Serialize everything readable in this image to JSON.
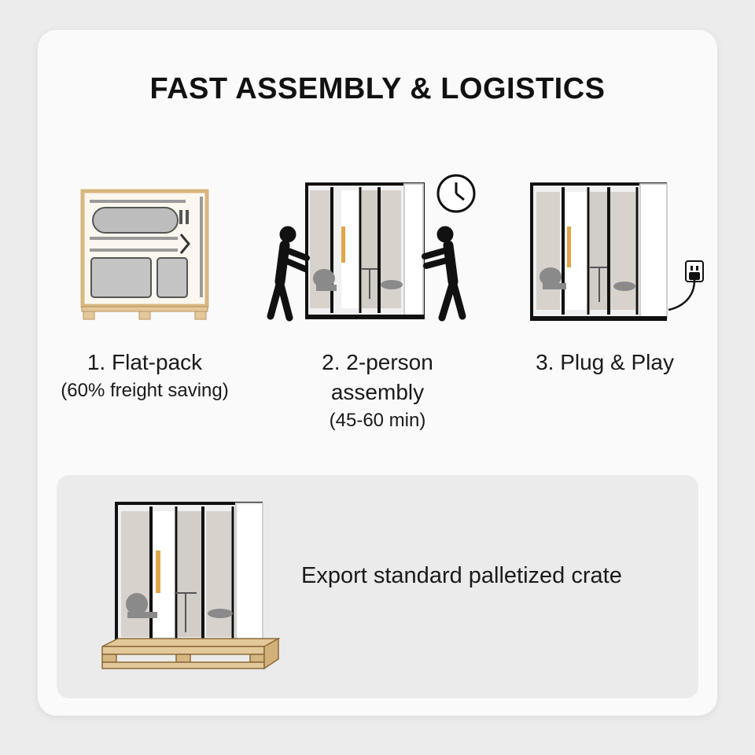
{
  "title": "FAST ASSEMBLY & LOGISTICS",
  "steps": [
    {
      "label": "1. Flat-pack",
      "sub": "(60% freight saving)",
      "illustration": "flat-pack-crate-icon"
    },
    {
      "label": "2. 2-person assembly",
      "label_line1": "2. 2-person",
      "label_line2": "assembly",
      "sub": "(45-60 min)",
      "illustration": "two-person-assembly-icon"
    },
    {
      "label": "3. Plug & Play",
      "illustration": "plugged-in-booth-icon"
    }
  ],
  "export": {
    "label": "Export standard palletized crate",
    "illustration": "booth-on-pallet-icon"
  },
  "colors": {
    "background": "#ececec",
    "card": "#fafafa",
    "panel": "#ebebeb",
    "wood": "#e3c89a",
    "frame": "#111111",
    "felt": "#cfcac6",
    "accent_handle": "#e0a64a"
  }
}
